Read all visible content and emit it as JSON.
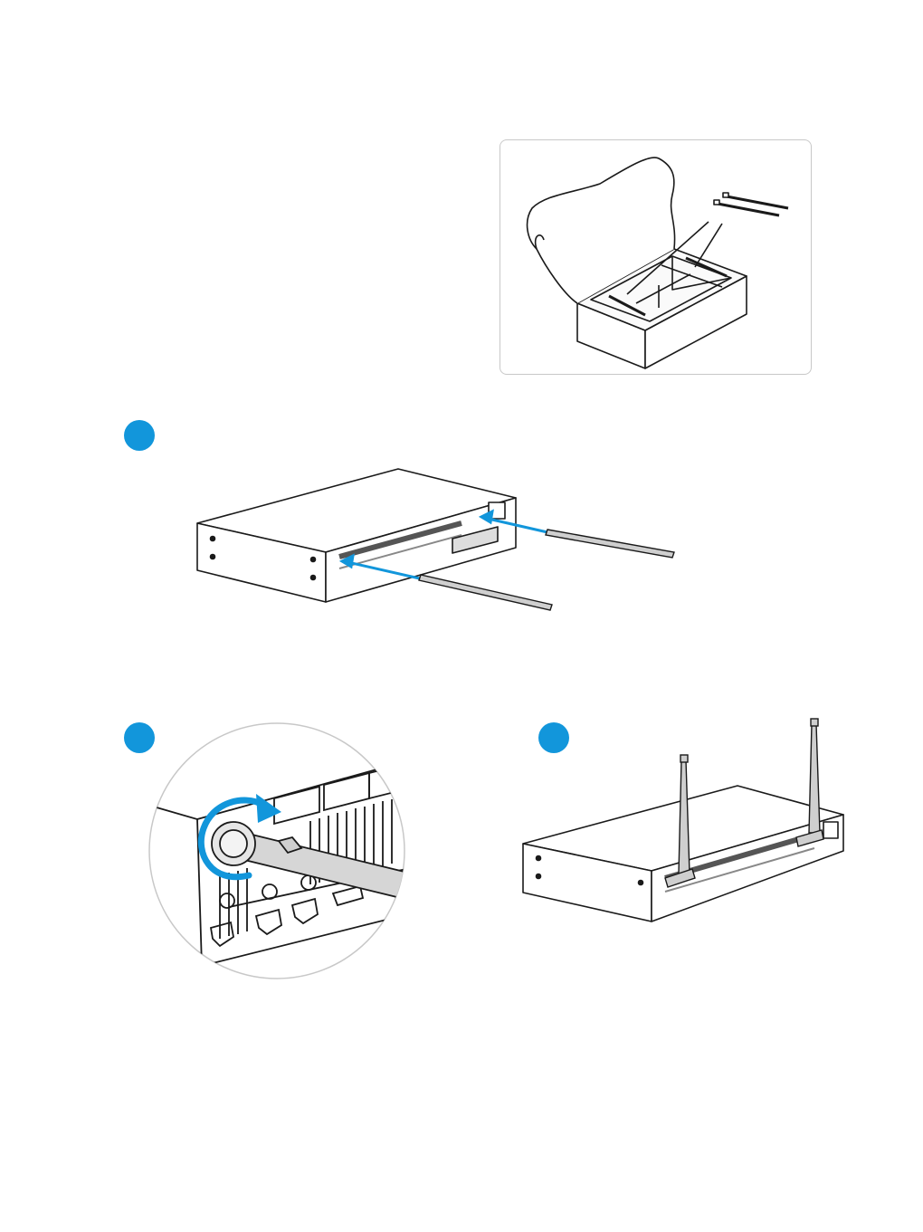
{
  "colors": {
    "accent": "#1296db",
    "line": "#1a1a1a",
    "panel_border": "#c8c8c8"
  },
  "illustrations": {
    "box_contents": "antennas-in-box-illustration",
    "step1": "attach-antennas-illustration",
    "step2": "tighten-antenna-detail-illustration",
    "step3": "antennas-upright-illustration"
  },
  "steps": [
    {
      "marker": "step-1-marker"
    },
    {
      "marker": "step-2-marker"
    },
    {
      "marker": "step-3-marker"
    }
  ]
}
